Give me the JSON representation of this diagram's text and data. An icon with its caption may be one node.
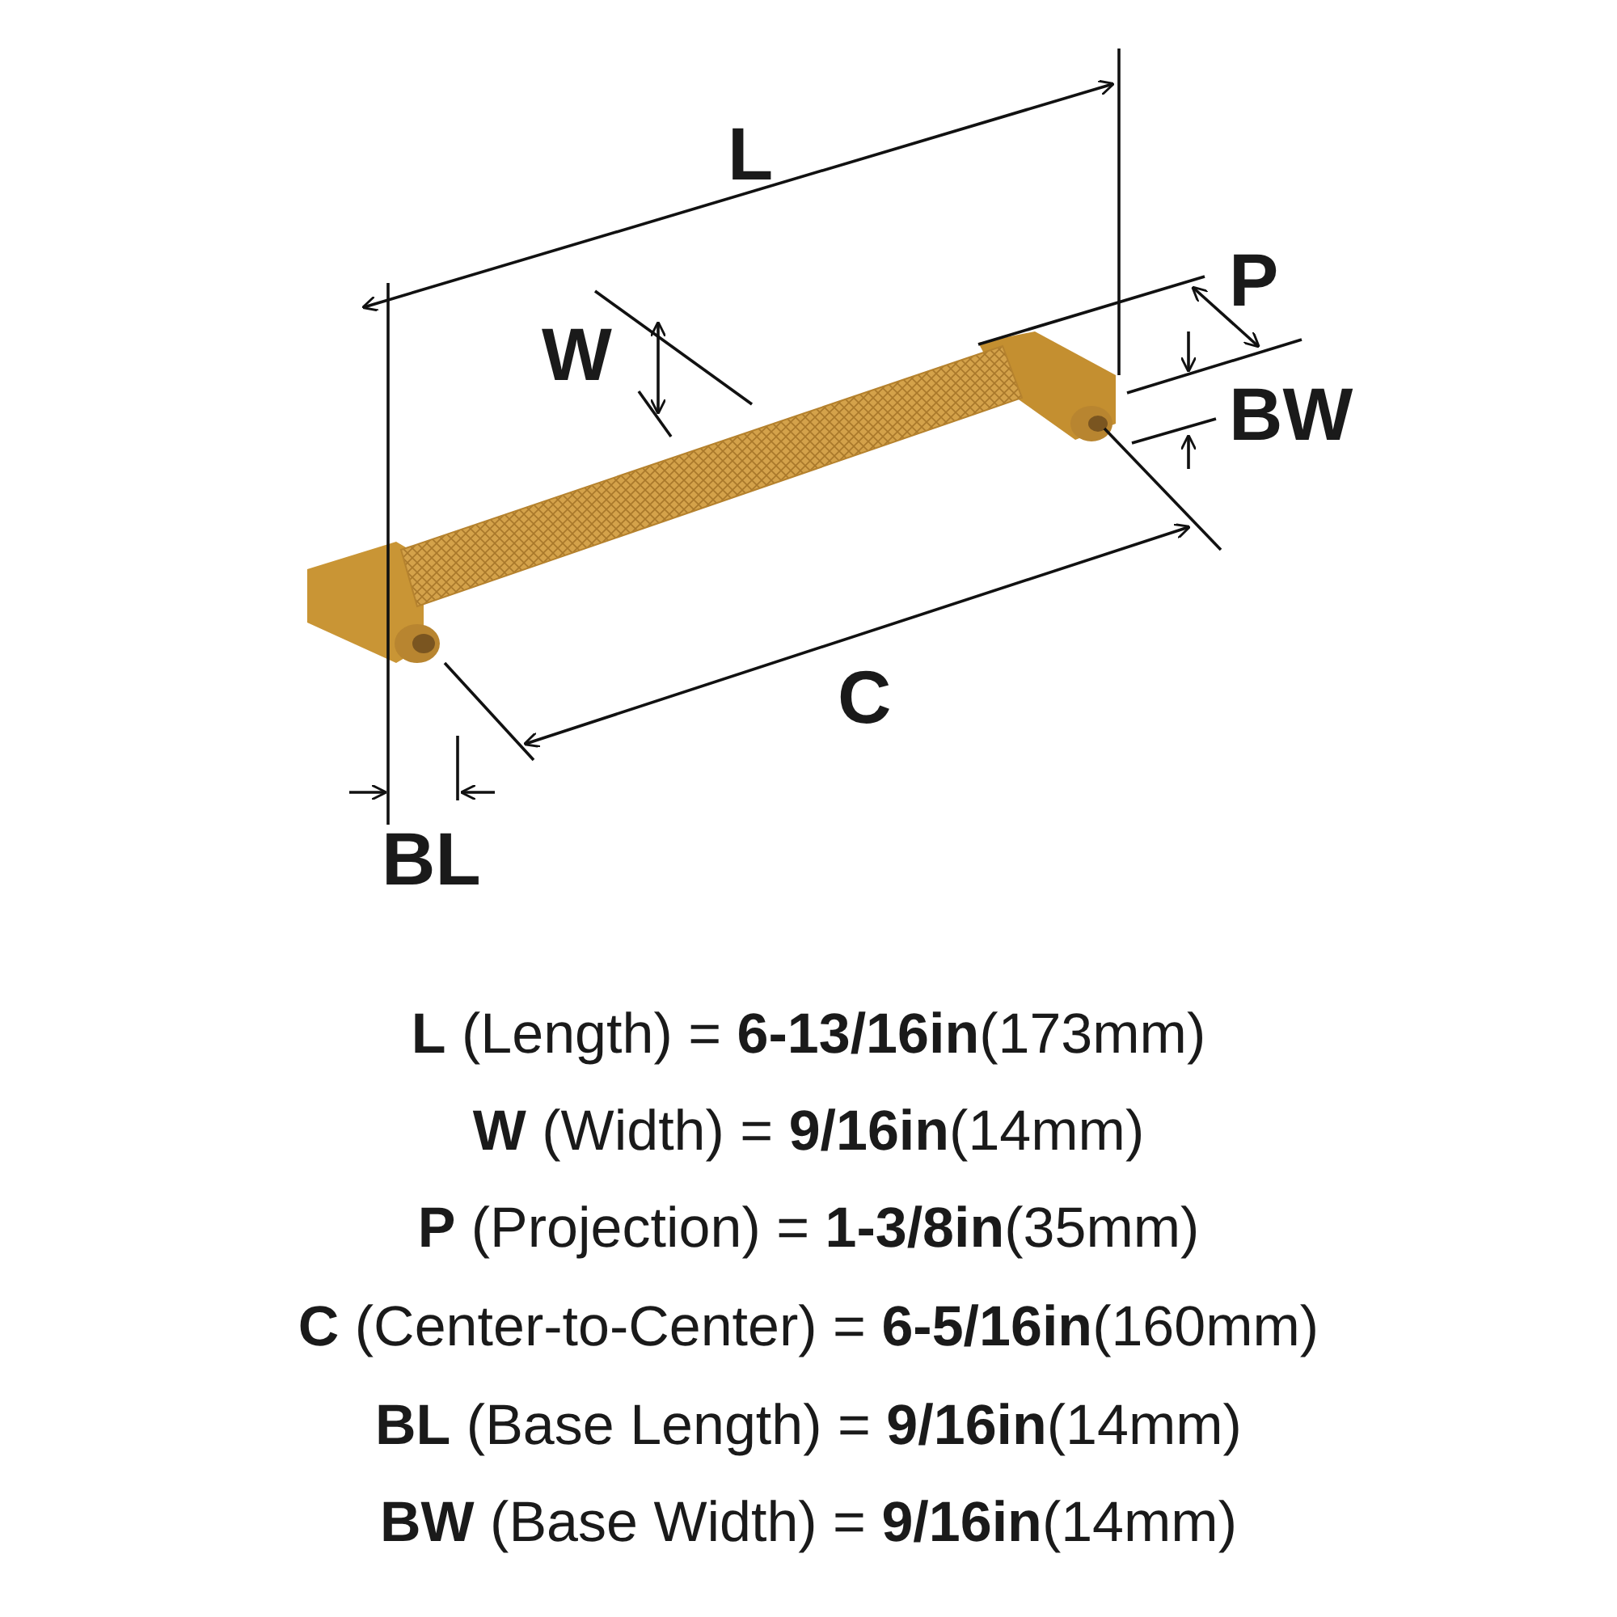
{
  "diagram": {
    "labels": [
      "L",
      "W",
      "P",
      "BW",
      "C",
      "BL",
      "**L** (Length) = **6-13/16in**(173mm)",
      "**W** (Width) = **9/16in**(14mm)",
      "**P** (Projection) = **1-3/8in**(35mm)",
      "**C** (Center-to-Center) = **6-5/16in**(160mm)",
      "**BL** (Base Length) = **9/16in**(14mm)",
      "**BW** (Base Width) = **9/16in**(14mm)"
    ]
  }
}
